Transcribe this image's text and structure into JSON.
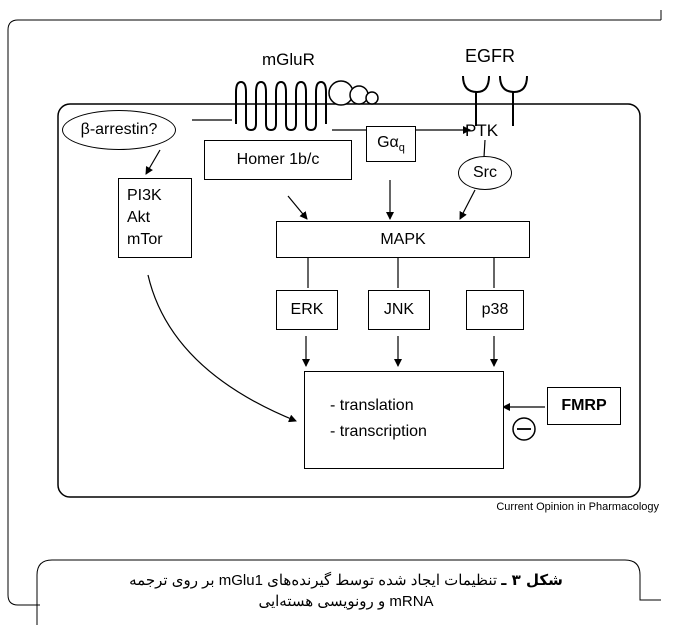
{
  "diagram": {
    "receptor_label": "mGluR",
    "egfr_label": "EGFR",
    "ptk_label": "PTK",
    "src_label": "Src",
    "beta_arrestin_label": "β-arrestin?",
    "homer_label": "Homer 1b/c",
    "gaq_label": "Gα",
    "gaq_subscript": "q",
    "pi3k_lines": [
      "PI3K",
      "Akt",
      "mTor"
    ],
    "mapk_label": "MAPK",
    "erk_label": "ERK",
    "jnk_label": "JNK",
    "p38_label": "p38",
    "outcome_lines": [
      "- translation",
      "- transcription"
    ],
    "fmrp_label": "FMRP",
    "credit": "Current Opinion in Pharmacology"
  },
  "caption": {
    "figure_number": "شکل ۳ ـ",
    "line1_text": " تنظیمات ایجاد شده توسط گیرنده‌های mGlu1 بر روی ترجمه",
    "line2_text": "mRNA و رونویسی هسته‌ایی"
  }
}
